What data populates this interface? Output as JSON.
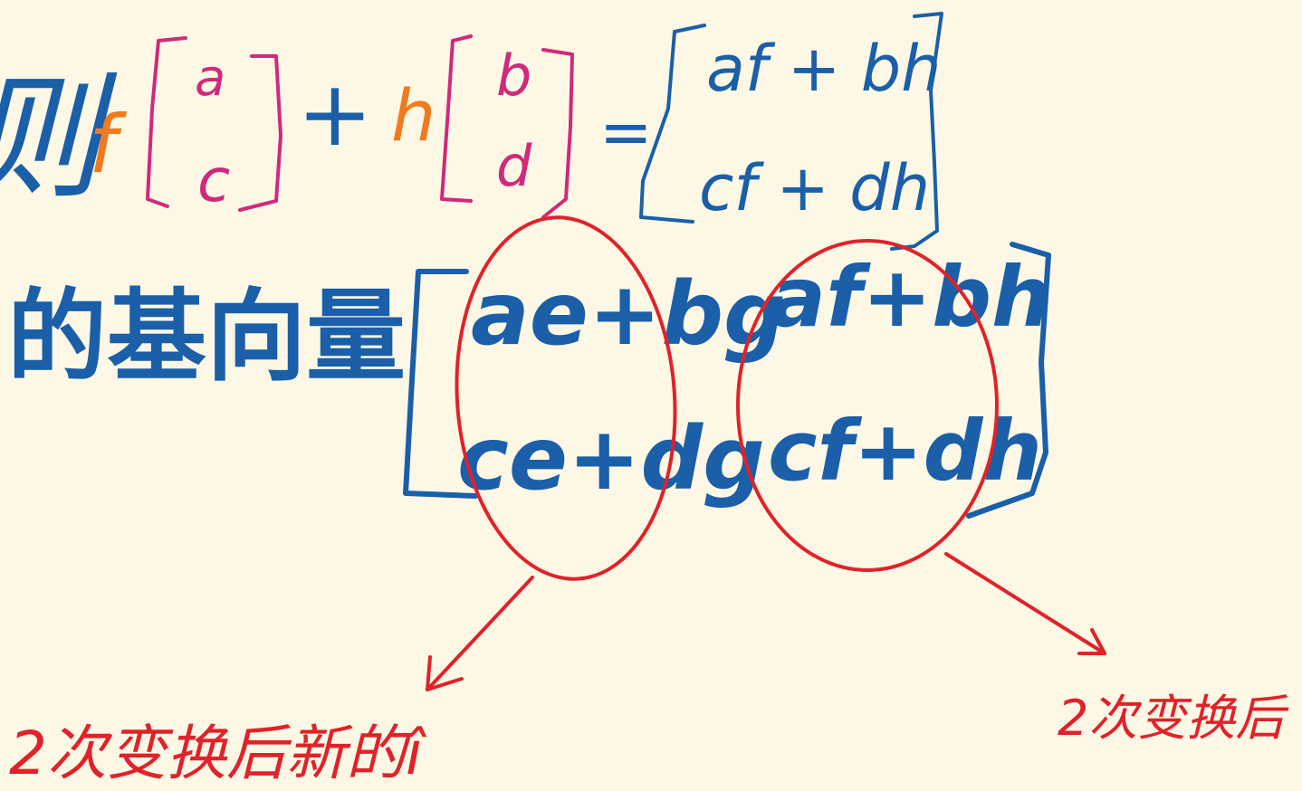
{
  "colors": {
    "background": "#fdf8e6",
    "ink_blue": "#1a5fa8",
    "ink_pink": "#d02a7a",
    "ink_orange": "#f07a1e",
    "ink_red": "#e0222a"
  },
  "row1": {
    "prefix": "则",
    "scalar_f": "f",
    "vec1_top": "a",
    "vec1_bottom": "c",
    "plus": "+",
    "scalar_h": "h",
    "vec2_top": "b",
    "vec2_bottom": "d",
    "equals": "=",
    "result_top": "af + bh",
    "result_bottom": "cf + dh"
  },
  "row2": {
    "label": "的基向量",
    "col1_top": "ae+bg",
    "col1_bottom": "ce+dg",
    "col2_top": "af+bh",
    "col2_bottom": "cf+dh"
  },
  "annotations": {
    "left": "2次变换后新的î",
    "right": "2次变换后"
  }
}
